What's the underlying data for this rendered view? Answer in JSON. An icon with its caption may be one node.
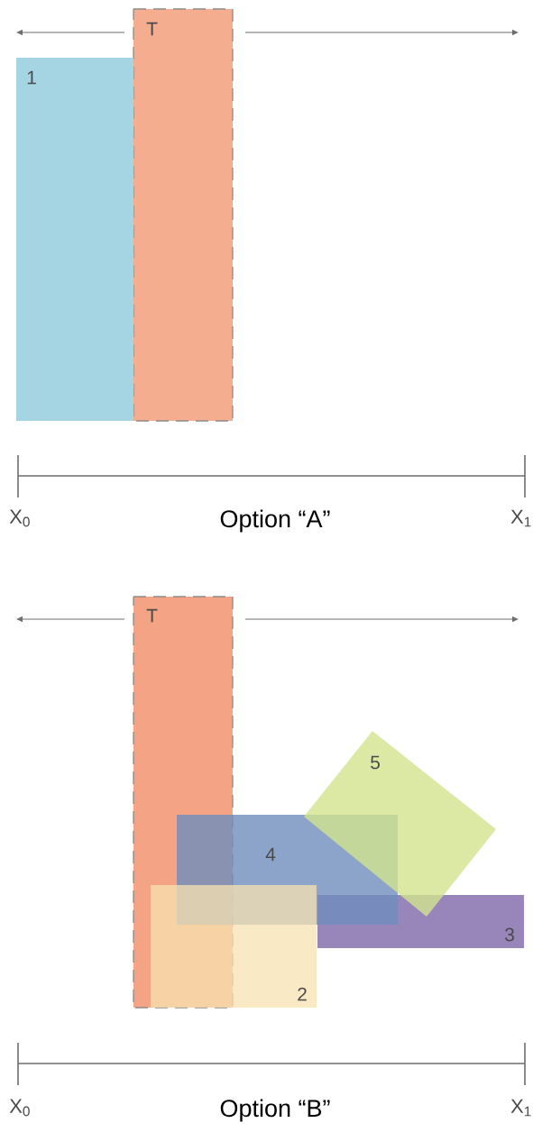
{
  "diagram": {
    "nodes": [
      {
        "text": [
          "T"
        ]
      },
      {
        "text": [
          "1"
        ]
      },
      {
        "text": [
          "T"
        ]
      },
      {
        "text": [
          "3"
        ]
      },
      {
        "text": [
          "4"
        ]
      },
      {
        "text": [
          "2"
        ]
      },
      {
        "text": [
          "5"
        ]
      }
    ],
    "labels": [
      "X$_{0}$",
      "Option “A”",
      "X$_{1}$",
      "X$_{0}$",
      "Option “B”",
      "X$_{1}$"
    ]
  }
}
